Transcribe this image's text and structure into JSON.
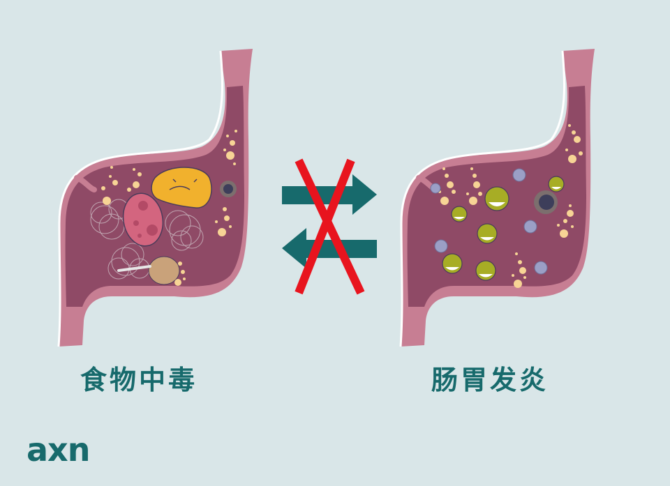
{
  "left_panel": {
    "label": "食物中毒",
    "illustration": "stomach-with-spoiled-food"
  },
  "right_panel": {
    "label": "肠胃发炎",
    "illustration": "stomach-with-bacteria"
  },
  "center": {
    "symbol": "not-equivalent-arrows-crossed-out",
    "arrow_color": "#176a6c",
    "cross_color": "#e8141e"
  },
  "logo": {
    "text": "axn"
  },
  "colors": {
    "background": "#d9e6e8",
    "stomach_outer": "#c77e93",
    "stomach_inner": "#8f4a66",
    "text": "#176a6c",
    "bubble": "#f7d495",
    "bacteria": "#a7ad25"
  }
}
